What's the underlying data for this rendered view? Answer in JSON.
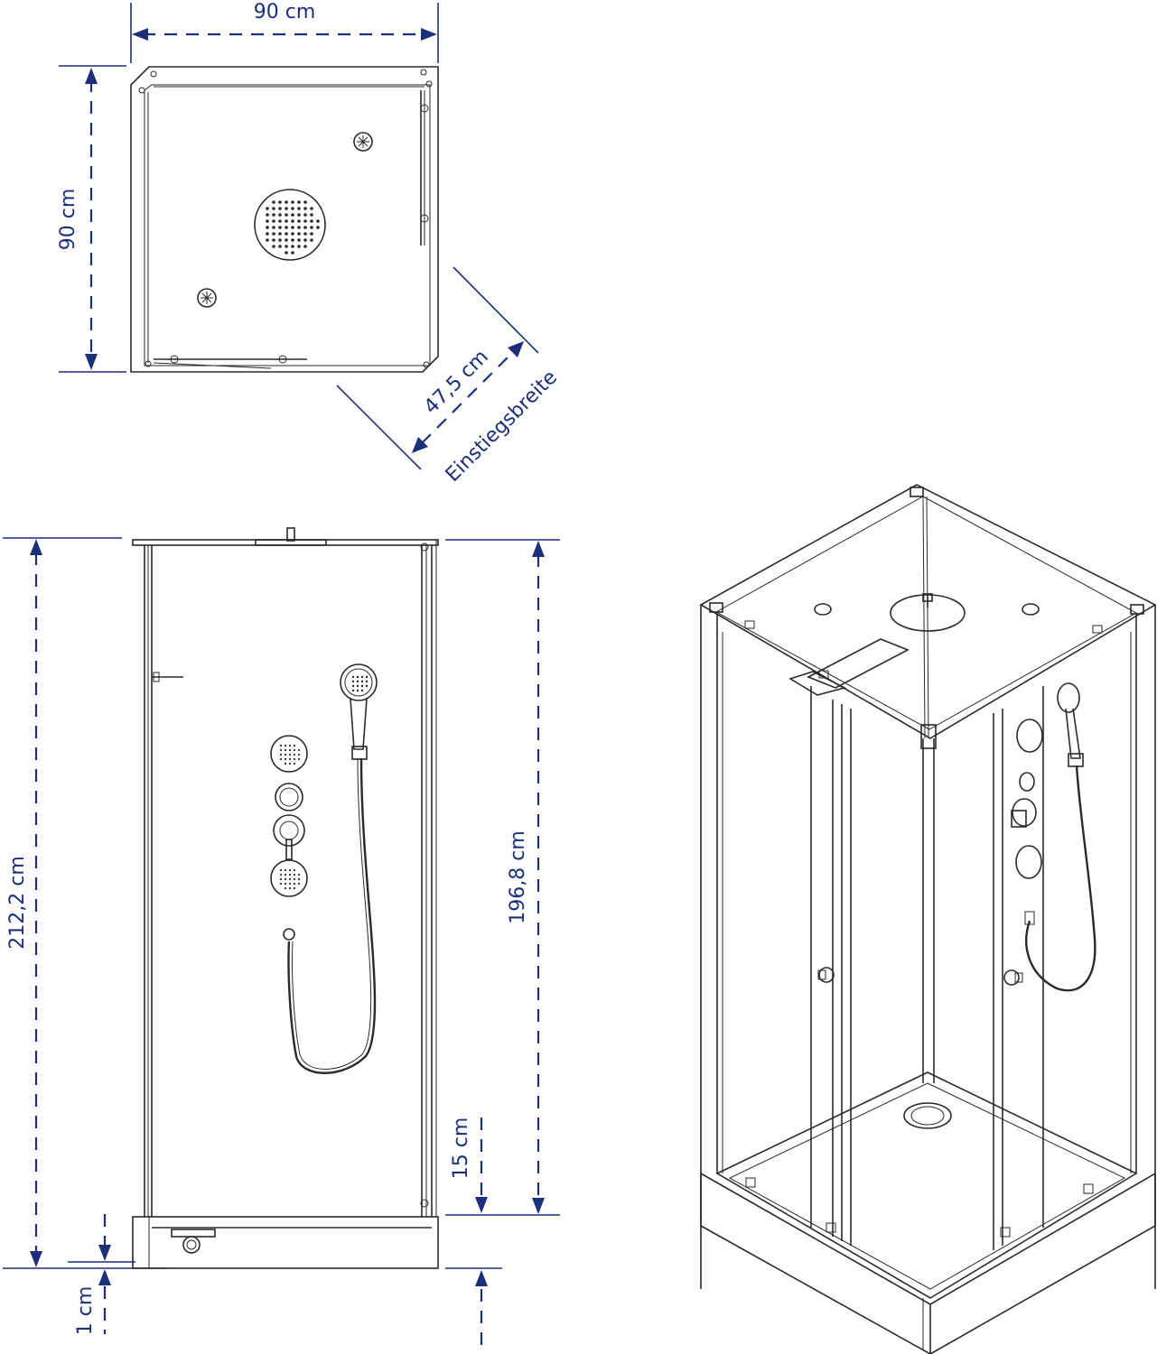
{
  "dimensions": {
    "top_width": "90 cm",
    "top_depth": "90 cm",
    "entry_width_value": "47,5 cm",
    "entry_width_label": "Einstiegsbreite",
    "total_height": "212,2 cm",
    "inner_height": "196,8 cm",
    "tray_height": "15 cm",
    "foot_gap": "1 cm"
  },
  "colors": {
    "dimension": "#1e2f7a",
    "linework": "#2a2a2a"
  }
}
